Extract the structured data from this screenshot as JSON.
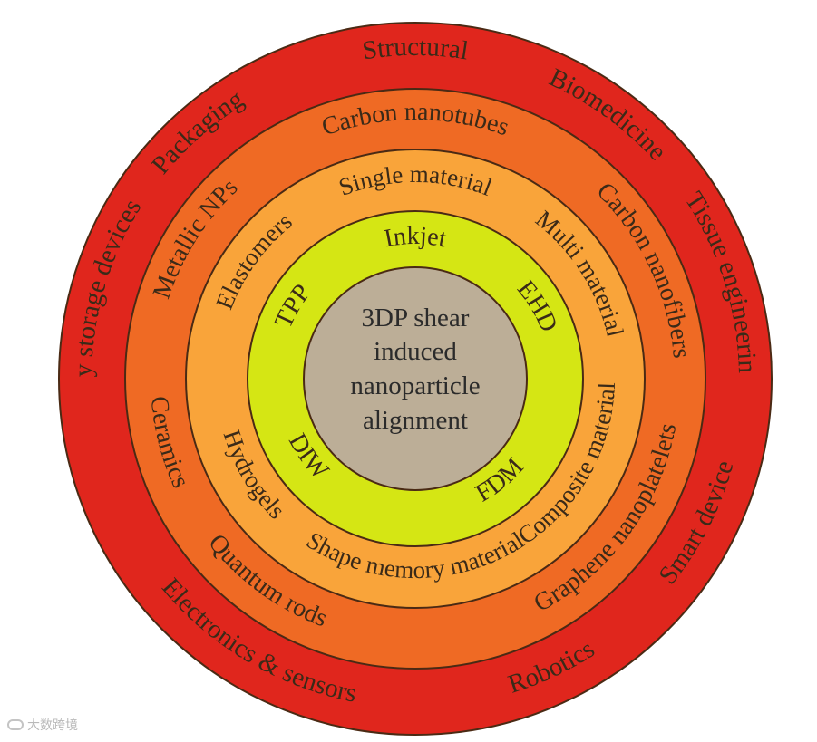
{
  "center": {
    "lines": [
      "3DP shear",
      "induced",
      "nanoparticle",
      "alignment"
    ]
  },
  "rings": {
    "methods": {
      "color": "#d5e614",
      "labels": [
        "Inkjet",
        "EHD",
        "FDM",
        "DIW",
        "TPP"
      ]
    },
    "materials": {
      "color": "#f9a43a",
      "labels": [
        "Single material",
        "Multi material",
        "Composite material",
        "Shape memory material",
        "Hydrogels",
        "Elastomers"
      ]
    },
    "nanoparticles": {
      "color": "#ef6a24",
      "labels": [
        "Carbon nanotubes",
        "Carbon nanofibers",
        "Graphene nanoplatelets",
        "Quantum rods",
        "Ceramics",
        "Metallic NPs"
      ]
    },
    "applications": {
      "color": "#e0261d",
      "labels": [
        "Structural",
        "Biomedicine",
        "Tissue engineering",
        "Smart device",
        "Robotics",
        "Electronics & sensors",
        "Energy storage devices",
        "Packaging"
      ]
    }
  },
  "center_color": "#bcae97",
  "watermark": "大数跨境"
}
